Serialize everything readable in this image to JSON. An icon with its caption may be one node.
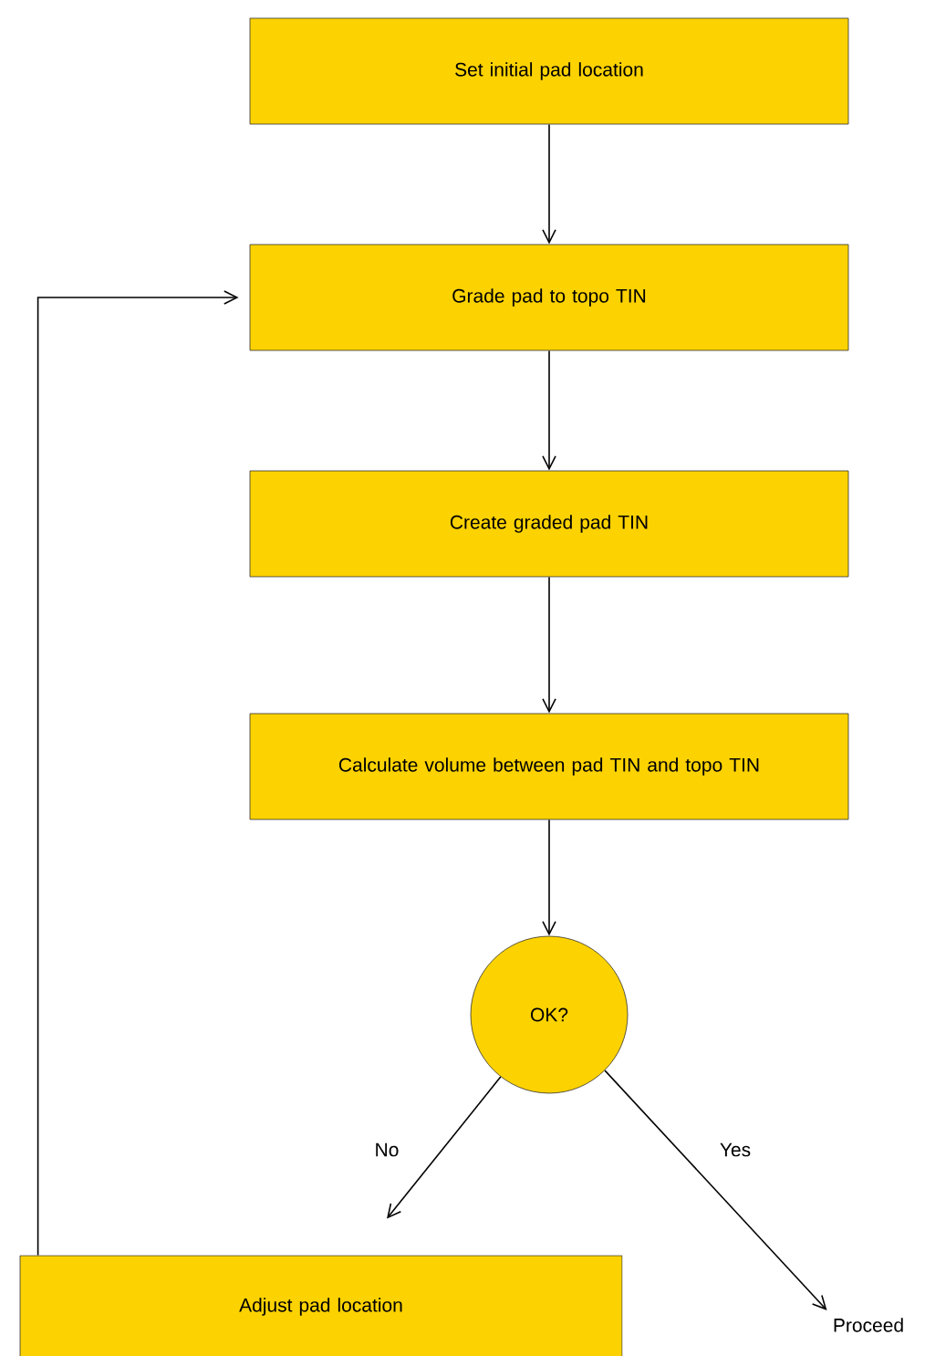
{
  "diagram": {
    "nodes": [
      {
        "text": [
          "Set initial pad location"
        ]
      },
      {
        "text": [
          "Grade pad to topo TIN"
        ]
      },
      {
        "text": [
          "Create graded pad TIN"
        ]
      },
      {
        "text": [
          "Calculate volume between pad TIN and topo TIN"
        ]
      },
      {
        "text": [
          "OK?"
        ]
      },
      {
        "text": [
          "Adjust pad location"
        ]
      },
      {
        "text": [
          "Proceed"
        ]
      }
    ],
    "edges": [
      {
        "from": 0,
        "to": 1,
        "arrow": "to"
      },
      {
        "from": 1,
        "to": 2,
        "arrow": "to"
      },
      {
        "from": 2,
        "to": 3,
        "arrow": "to"
      },
      {
        "from": 3,
        "to": 4,
        "arrow": "to"
      },
      {
        "from": 4,
        "to": 5,
        "arrow": "to",
        "label": "No"
      },
      {
        "from": 4,
        "to": 6,
        "arrow": "to",
        "label": "Yes"
      },
      {
        "from": 5,
        "to": 1,
        "arrow": "to"
      }
    ]
  }
}
